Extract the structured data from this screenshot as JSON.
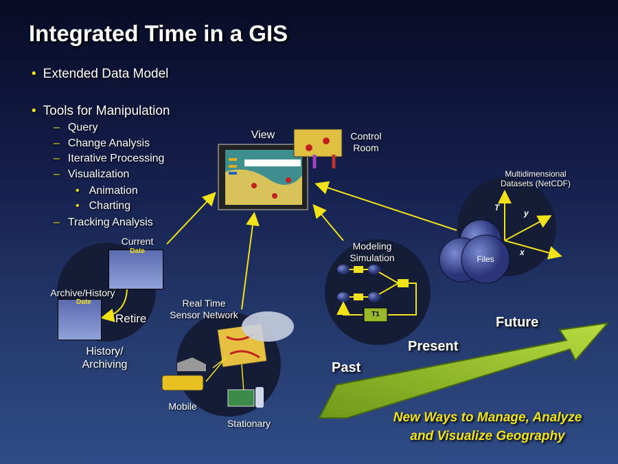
{
  "title": "Integrated Time in a GIS",
  "bullets": [
    {
      "label": "Extended Data Model"
    },
    {
      "label": "Tools for Manipulation",
      "children": [
        "Query",
        "Change Analysis",
        "Iterative Processing",
        "Visualization",
        "Tracking Analysis"
      ],
      "sub": [
        "Animation",
        "Charting"
      ]
    }
  ],
  "diagram": {
    "view": "View",
    "control_room": [
      "Control",
      "Room"
    ],
    "multidim": [
      "Multidimensional",
      "Datasets (NetCDF)"
    ],
    "axes": {
      "t": "T",
      "y": "y",
      "x": "x"
    },
    "files": "Files",
    "current": "Current",
    "date": "Date",
    "archive": "Archive/History",
    "retire": "Retire",
    "history": [
      "History/",
      "Archiving"
    ],
    "sensor": [
      "Real Time",
      "Sensor Network"
    ],
    "mobile": "Mobile",
    "stationary": "Stationary",
    "modeling": [
      "Modeling",
      "Simulation"
    ],
    "t1": "T1",
    "past": "Past",
    "present": "Present",
    "future": "Future"
  },
  "tagline": [
    "New Ways to Manage, Analyze",
    "and Visualize Geography"
  ],
  "colors": {
    "accent": "#f2e21a",
    "arrow_green": "#8fb828"
  }
}
